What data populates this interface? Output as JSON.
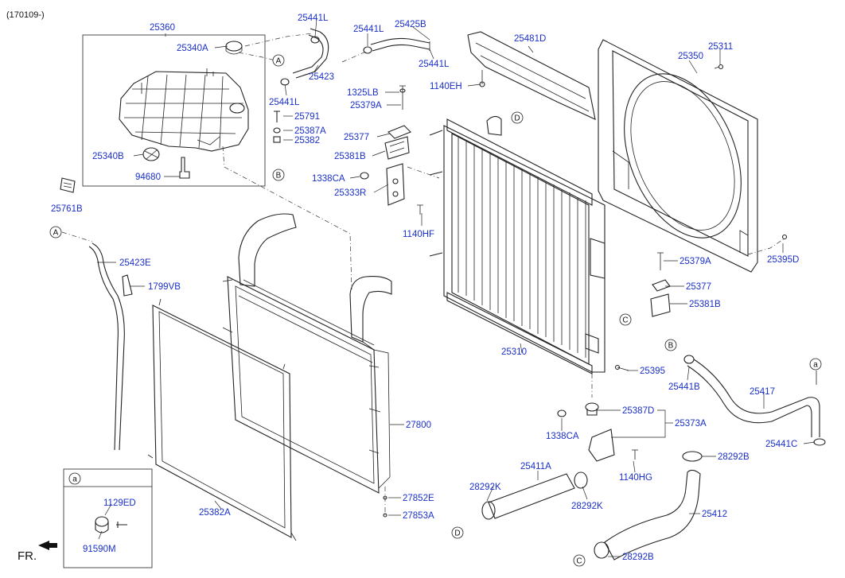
{
  "header": {
    "code": "(170109-)"
  },
  "footer": {
    "fr": "FR."
  },
  "detail_box": {
    "callout": "a"
  },
  "callouts": [
    "A",
    "B",
    "C",
    "D",
    "a"
  ],
  "labels": {
    "p25360": "25360",
    "p25340A": "25340A",
    "p25441L_1": "25441L",
    "p25441L_2": "25441L",
    "p25441L_3": "25441L",
    "p25441L_4": "25441L",
    "p25425B": "25425B",
    "p25423": "25423",
    "p25481D": "25481D",
    "p25311": "25311",
    "p25350": "25350",
    "p1140EH": "1140EH",
    "p1325LB": "1325LB",
    "p25379A_1": "25379A",
    "p25791": "25791",
    "p25387A": "25387A",
    "p25382": "25382",
    "p25377_1": "25377",
    "p25340B": "25340B",
    "p25381B_1": "25381B",
    "p94680": "94680",
    "p1338CA_1": "1338CA",
    "p25333R": "25333R",
    "p25761B": "25761B",
    "p1140HF": "1140HF",
    "p25423E": "25423E",
    "p1799VB": "1799VB",
    "p25379A_2": "25379A",
    "p25395D": "25395D",
    "p25377_2": "25377",
    "p25381B_2": "25381B",
    "p25310": "25310",
    "p25441B": "25441B",
    "p25417": "25417",
    "p25395": "25395",
    "p25387D": "25387D",
    "p25373A": "25373A",
    "p1338CA_2": "1338CA",
    "p25441C": "25441C",
    "p27800": "27800",
    "p25411A": "25411A",
    "p1140HG": "1140HG",
    "p28292B_1": "28292B",
    "p28292K_1": "28292K",
    "p28292K_2": "28292K",
    "p27852E": "27852E",
    "p27853A": "27853A",
    "p25412": "25412",
    "p28292B_2": "28292B",
    "p25382A": "25382A",
    "p1129ED": "1129ED",
    "p91590M": "91590M"
  }
}
